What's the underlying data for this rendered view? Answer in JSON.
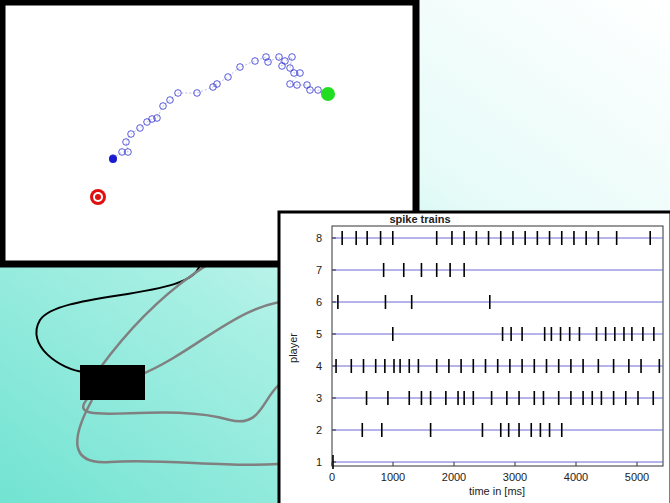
{
  "diagram": {
    "labels": [
      "spike trains",
      "8",
      "7",
      "6",
      "5",
      "4",
      "3",
      "2",
      "1",
      "0",
      "1000",
      "2000",
      "3000",
      "4000",
      "5000",
      "time in [ms]",
      "player"
    ]
  }
}
